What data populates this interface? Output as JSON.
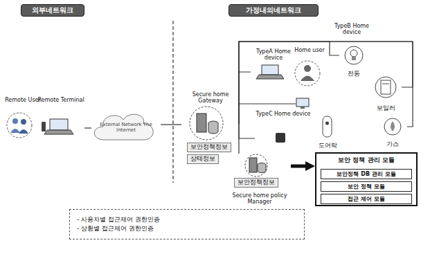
{
  "diagram": {
    "nodes": [
      {
        "text": [
          "외부네트워크"
        ]
      },
      {
        "text": [
          "가정내의네트워크"
        ]
      },
      {
        "text": [
          "Remote User"
        ]
      },
      {
        "text": [
          "Remote Terminal"
        ]
      },
      {
        "text": [
          "External Network The Internet"
        ]
      },
      {
        "text": [
          "Secure home Gateway"
        ]
      },
      {
        "text": [
          "보안정책정보"
        ]
      },
      {
        "text": [
          "상태정보"
        ]
      },
      {
        "text": [
          "TypeA Home device"
        ]
      },
      {
        "text": [
          "Home user"
        ]
      },
      {
        "text": [
          "전등"
        ]
      },
      {
        "text": [
          "보일러"
        ]
      },
      {
        "text": [
          "가스"
        ]
      },
      {
        "text": [
          "TypeC Home device"
        ]
      },
      {
        "text": [
          "도어락"
        ]
      },
      {
        "text": [
          "Secure home policy Manager"
        ]
      },
      {
        "text": [
          "보안정책정보"
        ]
      },
      {
        "text": [
          "보안 정책 관리 모듈"
        ]
      },
      {
        "text": [
          "보안정책 DB 관리 모듈"
        ],
        "in": 17
      },
      {
        "text": [
          "보안 정책 모듈"
        ],
        "in": 17
      },
      {
        "text": [
          "접근 제어 모듈"
        ],
        "in": 17
      },
      {
        "text": [
          "- 사용자별 접근제어 권한인증",
          "- 상황별 접근제어 권한인증"
        ]
      }
    ],
    "edges": [
      {
        "from": 3,
        "to": 4,
        "arrow": "none"
      },
      {
        "from": 4,
        "to": 5,
        "arrow": "none"
      },
      {
        "from": 5,
        "to": 8,
        "arrow": "none"
      },
      {
        "from": 5,
        "to": 10,
        "arrow": "none"
      },
      {
        "from": 5,
        "to": 11,
        "arrow": "none"
      },
      {
        "from": 5,
        "to": 12,
        "arrow": "none"
      },
      {
        "from": 5,
        "to": 13,
        "arrow": "none"
      },
      {
        "from": 5,
        "to": 15,
        "arrow": "none"
      },
      {
        "from": 15,
        "to": 17,
        "arrow": "to"
      }
    ],
    "labels": [
      "TypeB Home device"
    ]
  }
}
